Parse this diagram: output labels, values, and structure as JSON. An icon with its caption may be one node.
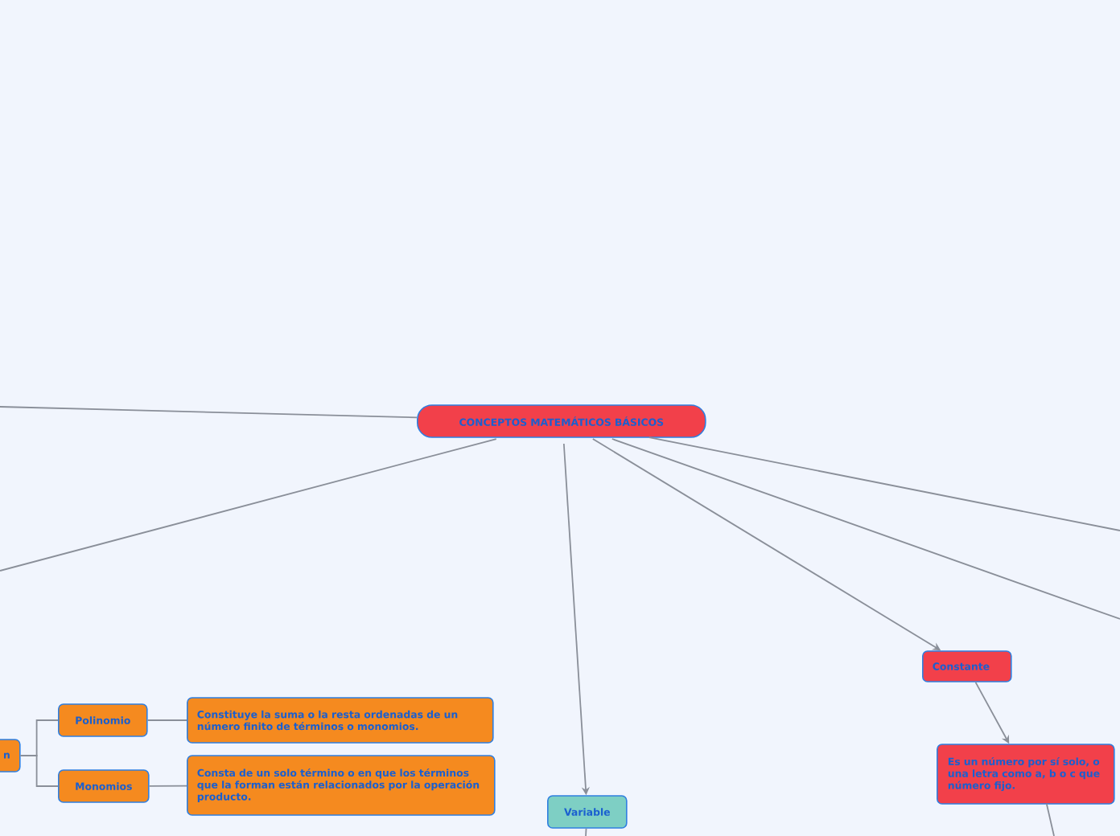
{
  "diagram": {
    "nodes": [
      {
        "text": [
          "CONCEPTOS MATEMÁTICOS BÁSICOS"
        ]
      },
      {
        "text": [
          "n"
        ]
      },
      {
        "text": [
          "Polinomio"
        ]
      },
      {
        "text": [
          "Constituye la suma o la resta ordenadas de un número finito de términos o monomios."
        ]
      },
      {
        "text": [
          "Monomios"
        ]
      },
      {
        "text": [
          "Consta de un solo término o en que los términos que la forman están relacionados por la operación producto."
        ]
      },
      {
        "text": [
          "Variable"
        ]
      },
      {
        "text": [
          "Constante"
        ]
      },
      {
        "text": [
          "Es un número por sí solo, o una letra como a, b o c que número fijo."
        ]
      }
    ],
    "edges": [
      {
        "from": 0,
        "to": null,
        "arrow": "none"
      },
      {
        "from": 0,
        "to": null,
        "arrow": "none"
      },
      {
        "from": 0,
        "to": 6,
        "arrow": "to"
      },
      {
        "from": 0,
        "to": 7,
        "arrow": "to"
      },
      {
        "from": 0,
        "to": null,
        "arrow": "none"
      },
      {
        "from": 0,
        "to": null,
        "arrow": "none"
      },
      {
        "from": 1,
        "to": 2,
        "arrow": "none"
      },
      {
        "from": 1,
        "to": 4,
        "arrow": "none"
      },
      {
        "from": 2,
        "to": 3,
        "arrow": "none"
      },
      {
        "from": 4,
        "to": 5,
        "arrow": "none"
      },
      {
        "from": 7,
        "to": 8,
        "arrow": "to"
      },
      {
        "from": 6,
        "to": null,
        "arrow": "none"
      },
      {
        "from": 8,
        "to": null,
        "arrow": "none"
      }
    ]
  }
}
